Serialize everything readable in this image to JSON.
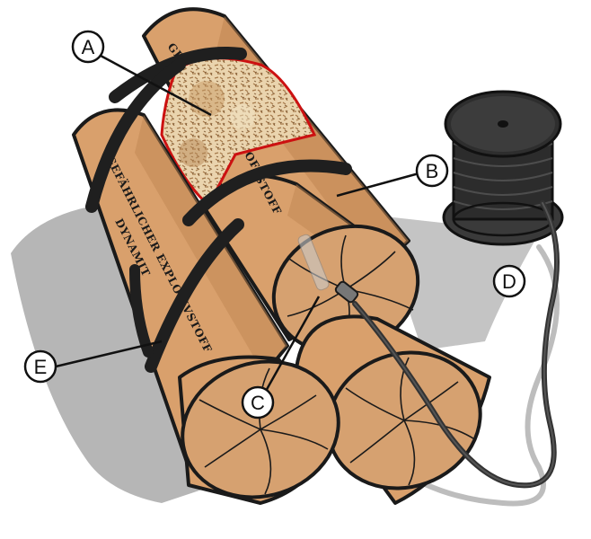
{
  "colors": {
    "stick_body": "#d9a06c",
    "stick_shade": "#c08552",
    "stick_end": "#d8a472",
    "outline": "#1a1a1a",
    "strap": "#1f1f1f",
    "cutaway_border": "#cc1111",
    "filling": "#e7cfa6",
    "shadow": "#b8b8b8",
    "wire": "#333333",
    "wire_shadow": "#bdbdbd",
    "spool": "#2a2a2a"
  },
  "icons": {
    "dynamite": "dynamite-bundle-icon",
    "spool": "wire-spool-icon",
    "detonator": "blasting-cap-icon"
  },
  "stamps": {
    "top_stick": "GE",
    "top_stick_right": "OFF",
    "middle_stick": "STOFF",
    "left_stick_line1": "GEFÄHRLICHER EXPLOSIVSTOFF",
    "left_stick_line2": "DYNAMIT"
  },
  "callouts": [
    {
      "id": "A",
      "label": "A"
    },
    {
      "id": "B",
      "label": "B"
    },
    {
      "id": "C",
      "label": "C"
    },
    {
      "id": "D",
      "label": "D"
    },
    {
      "id": "E",
      "label": "E"
    }
  ]
}
